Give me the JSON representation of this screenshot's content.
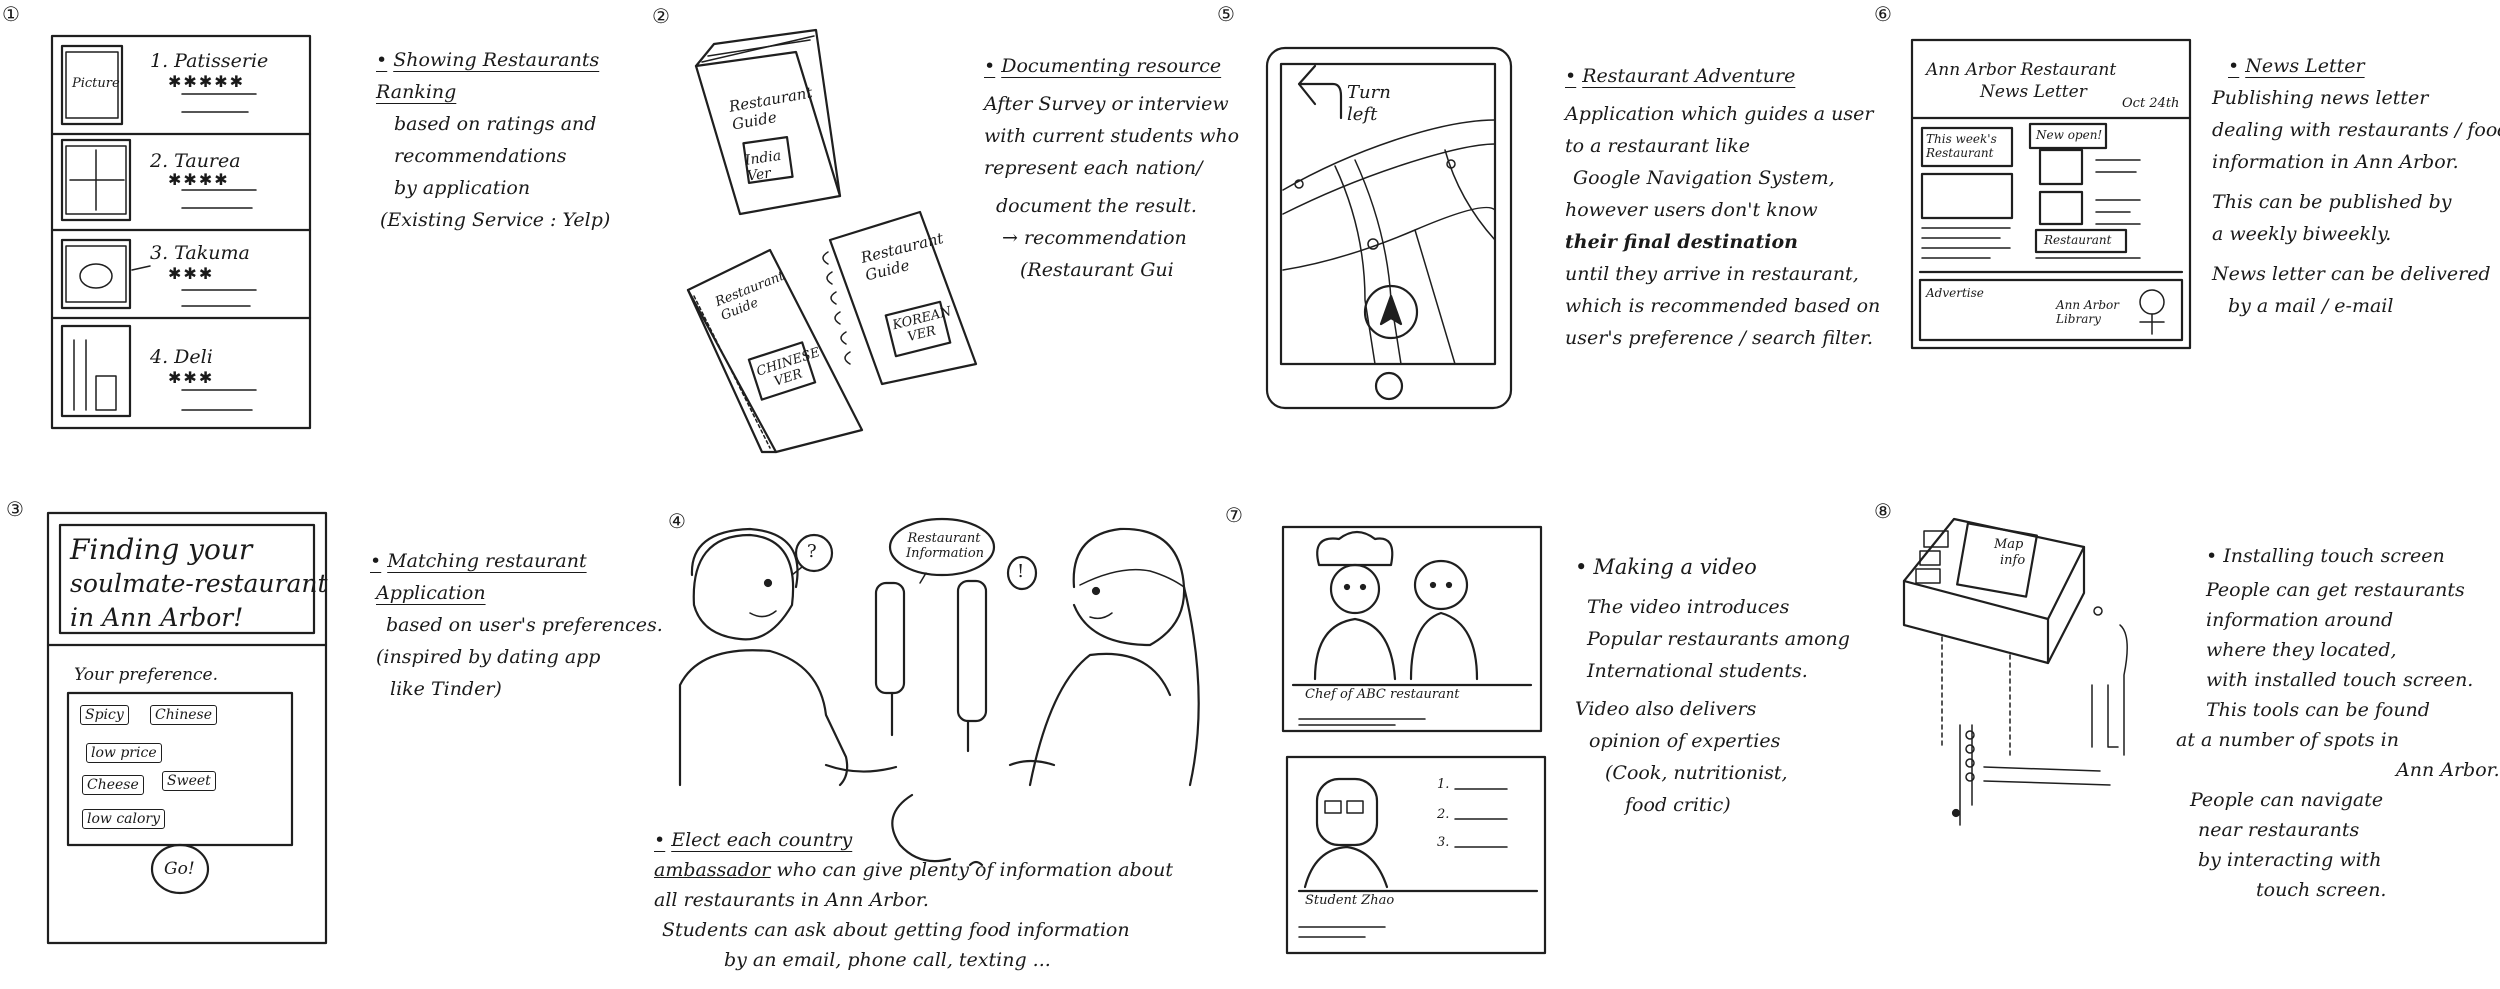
{
  "panels": {
    "p1": {
      "number": "①",
      "items": [
        {
          "name": "1. Patisserie",
          "stars": "✱✱✱✱✱",
          "picture": "Picture"
        },
        {
          "name": "2. Taurea",
          "stars": "✱✱✱✱"
        },
        {
          "name": "3. Takuma",
          "stars": "✱✱✱"
        },
        {
          "name": "4. Deli",
          "stars": "✱✱✱"
        }
      ],
      "note": {
        "title": "Showing Restaurants Ranking",
        "lines": [
          "based on ratings and",
          "recommendations",
          "by application",
          "(Existing Service : Yelp)"
        ]
      }
    },
    "p2": {
      "number": "②",
      "book1_title": "Restaurant Guide",
      "book1_tag": "India Ver",
      "book2_title": "Restaurant Guide",
      "book2_tag": "CHINESE VER",
      "book3_title": "Restaurant Guide",
      "book3_tag": "KOREAN VER",
      "note": {
        "title": "Documenting resource",
        "lines": [
          "After Survey or interview",
          "with current students who",
          "represent each nation/",
          "document the result.",
          "→ recommendation",
          "(Restaurant Gui"
        ]
      }
    },
    "p3": {
      "number": "③",
      "heading": [
        "Finding your",
        "soulmate-restaurant",
        "in Ann Arbor!"
      ],
      "preference_label": "Your preference.",
      "tags": [
        "Spicy",
        "Chinese",
        "low price",
        "Cheese",
        "Sweet",
        "low calory"
      ],
      "go_button": "Go!",
      "note": {
        "title": "Matching restaurant",
        "title2": "Application",
        "lines": [
          "based on user's preferences.",
          "(inspired by dating app",
          "like Tinder)"
        ]
      }
    },
    "p4": {
      "number": "④",
      "bubble": "Restaurant Information",
      "q_mark": "?",
      "ex_mark": "!",
      "note": {
        "title": "Elect each country",
        "title2": "ambassador",
        "lines_first": " who can give plenty of information about",
        "lines": [
          "all restaurants in Ann Arbor.",
          "Students can ask about getting food information",
          "by an email, phone call, texting ..."
        ]
      }
    },
    "p5": {
      "number": "⑤",
      "nav_text": [
        "Turn",
        "left"
      ],
      "note": {
        "title": "Restaurant Adventure",
        "lines": [
          "Application which guides a user",
          "to a restaurant like",
          "Google Navigation System,",
          "however users don't know",
          "their final destination",
          "until they arrive in restaurant,",
          "which is recommended based on",
          "user's preference / search filter."
        ]
      }
    },
    "p6": {
      "number": "⑥",
      "heading": [
        "Ann Arbor Restaurant",
        "News Letter"
      ],
      "date": "Oct 24th",
      "box_this_week": "This week's Restaurant",
      "box_new_open": "New open!",
      "box_restaurant": "Restaurant",
      "box_advertise": "Advertise",
      "box_library": "Ann Arbor Library",
      "note": {
        "title": "News Letter",
        "lines": [
          "Publishing news letter",
          "dealing with restaurants / food",
          "information in Ann Arbor.",
          "This can be published by",
          "a weekly biweekly.",
          "News letter can be delivered",
          "by a mail / e-mail"
        ]
      }
    },
    "p7": {
      "number": "⑦",
      "caption_top": "Chef of ABC restaurant",
      "list_nums": [
        "1.",
        "2.",
        "3."
      ],
      "caption_bottom": "Student Zhao",
      "note": {
        "title": "Making a video",
        "lines": [
          "The video introduces",
          "Popular restaurants among",
          "International students.",
          "Video also delivers",
          "opinion of experties",
          "(Cook, nutritionist,",
          "food critic)"
        ]
      }
    },
    "p8": {
      "number": "⑧",
      "kiosk_text": [
        "Map",
        "info"
      ],
      "note": {
        "title": "Installing touch screen",
        "lines": [
          "People can get restaurants",
          "information around",
          "where they located,",
          "with installed touch screen.",
          "This tools can be found",
          "at a number of spots in",
          "Ann Arbor.",
          "People can navigate",
          "near restaurants",
          "by interacting with",
          "touch screen."
        ]
      }
    }
  }
}
